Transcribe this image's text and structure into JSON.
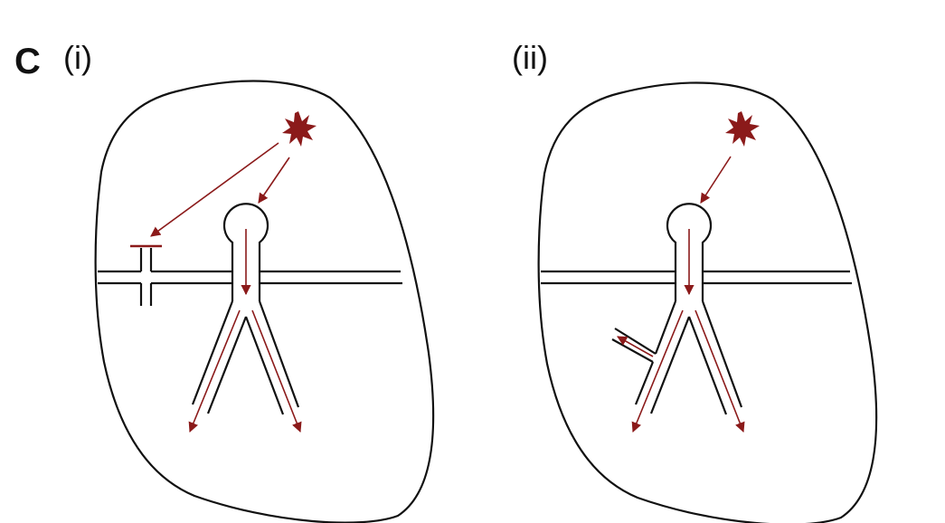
{
  "figure": {
    "panel_letter": "C",
    "panels": [
      {
        "label": "(i)"
      },
      {
        "label": "(ii)"
      }
    ],
    "colors": {
      "signal": "#8b1a1a",
      "outline": "#111111"
    }
  }
}
